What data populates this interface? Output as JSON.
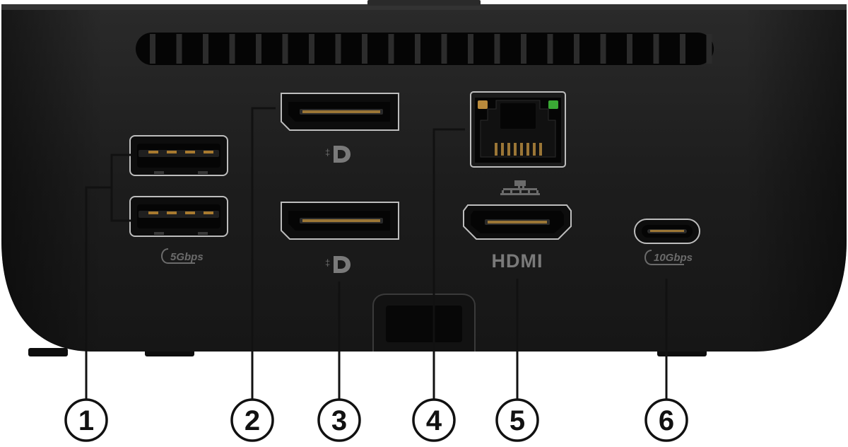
{
  "ports": [
    {
      "callout": "1",
      "icon": "usb-a-icon",
      "badge": "5Gbps"
    },
    {
      "callout": "2",
      "icon": "displayport-icon"
    },
    {
      "callout": "3",
      "icon": "displayport-icon"
    },
    {
      "callout": "4",
      "icon": "ethernet-icon"
    },
    {
      "callout": "5",
      "icon": "hdmi-icon",
      "logo": "HDMI"
    },
    {
      "callout": "6",
      "icon": "usb-c-icon",
      "badge": "10Gbps"
    }
  ],
  "colors": {
    "dock_body": "#1b1b1b",
    "port_bezel": "#bdbdbd",
    "leader_line": "#111111",
    "callout_circle": "#111111",
    "link_led": "#3aa935",
    "activity_led": "#b98a3c"
  }
}
